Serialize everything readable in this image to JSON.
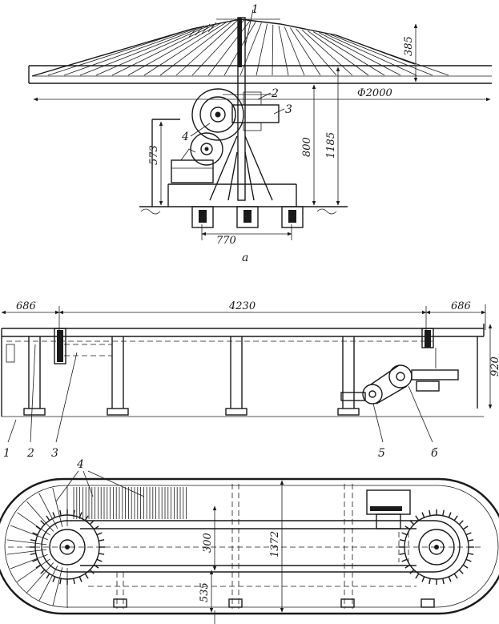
{
  "top_view": {
    "label_1": "1",
    "label_2": "2",
    "label_3": "3",
    "label_4": "4",
    "dim_height": "385",
    "dim_diameter": "Φ2000",
    "dim_573": "573",
    "dim_800": "800",
    "dim_1185": "1185",
    "dim_770": "770",
    "caption": "a"
  },
  "side_view": {
    "dim_left": "686",
    "dim_mid": "4230",
    "dim_right": "686",
    "dim_height": "920",
    "label_1": "1",
    "label_2": "2",
    "label_3": "3",
    "label_5": "5",
    "label_6": "б"
  },
  "plan_view": {
    "label_4": "4",
    "dim_300": "300",
    "dim_1372": "1372",
    "dim_535": "535"
  }
}
